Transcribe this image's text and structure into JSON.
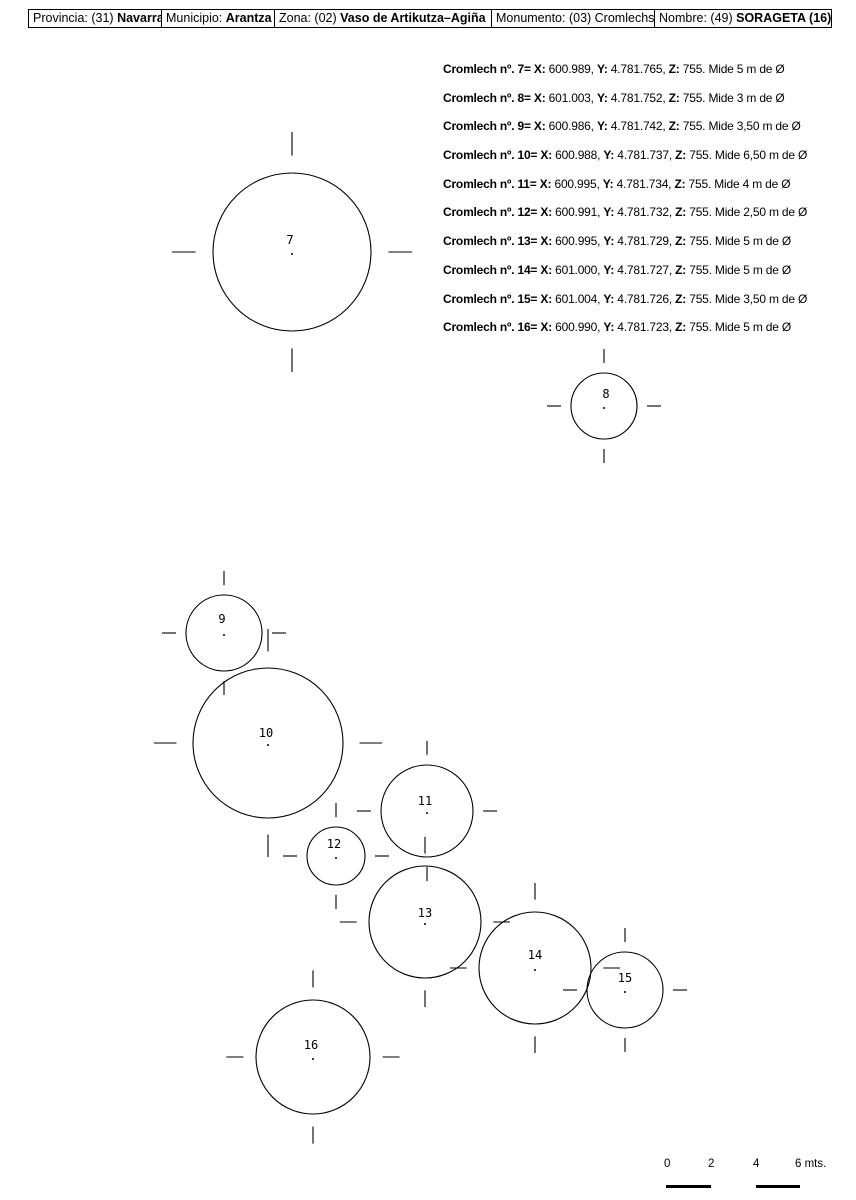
{
  "header": {
    "provincia_label": "Provincia: (31)",
    "provincia_value": "Navarra",
    "municipio_label": "Municipio:",
    "municipio_value": "Arantza",
    "zona_label": "Zona: (02)",
    "zona_value": "Vaso de Artikutza–Agiña",
    "monumento_label": "Monumento: (03) Cromlechs",
    "nombre_label": "Nombre: (49)",
    "nombre_value": "SORAGETA (16)"
  },
  "coordinates": [
    {
      "label": "Cromlech nº.",
      "num": "7=",
      "x": "600.989,",
      "y": "4.781.765,",
      "z": "755. Mide 5 m de Ø"
    },
    {
      "label": "Cromlech nº.",
      "num": "8=",
      "x": "601.003,",
      "y": "4.781.752,",
      "z": "755. Mide 3 m de Ø"
    },
    {
      "label": "Cromlech nº.",
      "num": "9=",
      "x": "600.986,",
      "y": "4.781.742,",
      "z": "755. Mide 3,50 m de Ø"
    },
    {
      "label": "Cromlech nº.",
      "num": "10=",
      "x": "600.988,",
      "y": "4.781.737,",
      "z": "755. Mide 6,50 m de Ø"
    },
    {
      "label": "Cromlech nº.",
      "num": "11=",
      "x": "600.995,",
      "y": "4.781.734,",
      "z": "755. Mide 4 m de Ø"
    },
    {
      "label": "Cromlech nº.",
      "num": "12=",
      "x": "600.991,",
      "y": "4.781.732,",
      "z": "755. Mide 2,50 m de Ø"
    },
    {
      "label": "Cromlech nº.",
      "num": "13=",
      "x": "600.995,",
      "y": "4.781.729,",
      "z": "755. Mide 5 m de Ø"
    },
    {
      "label": "Cromlech nº.",
      "num": "14=",
      "x": "601.000,",
      "y": "4.781.727,",
      "z": "755. Mide 5 m de Ø"
    },
    {
      "label": "Cromlech nº.",
      "num": "15=",
      "x": "601.004,",
      "y": "4.781.726,",
      "z": "755. Mide 3,50 m de Ø"
    },
    {
      "label": "Cromlech nº.",
      "num": "16=",
      "x": "600.990,",
      "y": "4.781.723,",
      "z": "755. Mide 5 m de Ø"
    }
  ],
  "axis_prefix": {
    "x": "X:",
    "y": "Y:",
    "z": "Z:"
  },
  "plan_labels": [
    "7",
    "8",
    "9",
    "10",
    "11",
    "12",
    "13",
    "14",
    "15",
    "16"
  ],
  "scale": {
    "ticks": [
      "0",
      "2",
      "4"
    ],
    "last": "6 mts."
  }
}
